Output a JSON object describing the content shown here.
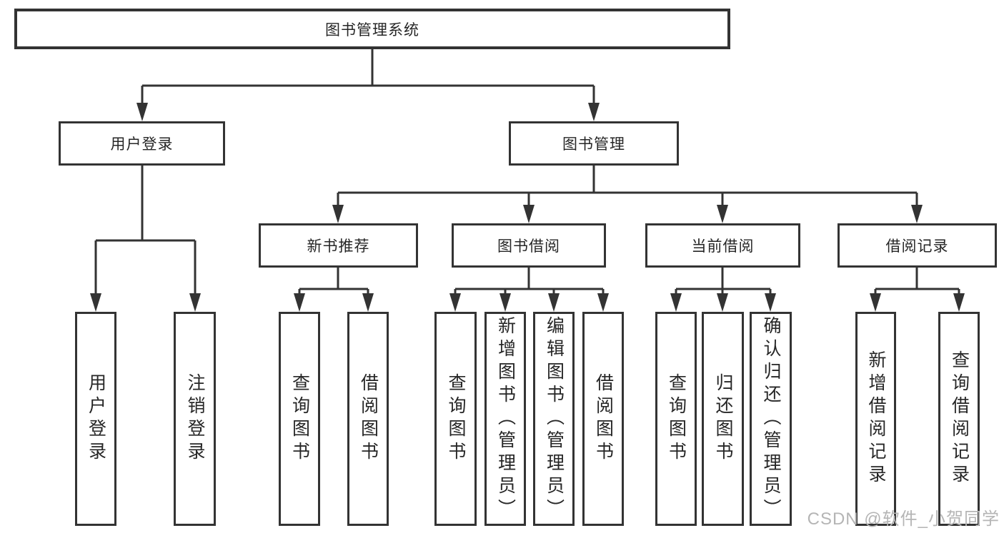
{
  "diagram_type": "hierarchy-tree",
  "colors": {
    "line": "#333333",
    "box_border": "#333333",
    "text": "#262626",
    "watermark": "#b5b5b5",
    "background": "#ffffff"
  },
  "nodes": {
    "root": {
      "label": "图书管理系统"
    },
    "level2": [
      {
        "label": "用户登录"
      },
      {
        "label": "图书管理"
      }
    ],
    "level3": [
      {
        "label": "新书推荐"
      },
      {
        "label": "图书借阅"
      },
      {
        "label": "当前借阅"
      },
      {
        "label": "借阅记录"
      }
    ],
    "leaves": {
      "user_login": [
        {
          "label": "用户登录"
        },
        {
          "label": "注销登录"
        }
      ],
      "new_book": [
        {
          "label": "查询图书"
        },
        {
          "label": "借阅图书"
        }
      ],
      "book_borrow": [
        {
          "label": "查询图书"
        },
        {
          "label": "新增图书（管理员）"
        },
        {
          "label": "编辑图书（管理员）"
        },
        {
          "label": "借阅图书"
        }
      ],
      "current_borrow": [
        {
          "label": "查询图书"
        },
        {
          "label": "归还图书"
        },
        {
          "label": "确认归还（管理员）"
        }
      ],
      "borrow_records": [
        {
          "label": "新增借阅记录"
        },
        {
          "label": "查询借阅记录"
        }
      ]
    }
  },
  "watermark": {
    "text": "CSDN @软件_小贺同学"
  }
}
